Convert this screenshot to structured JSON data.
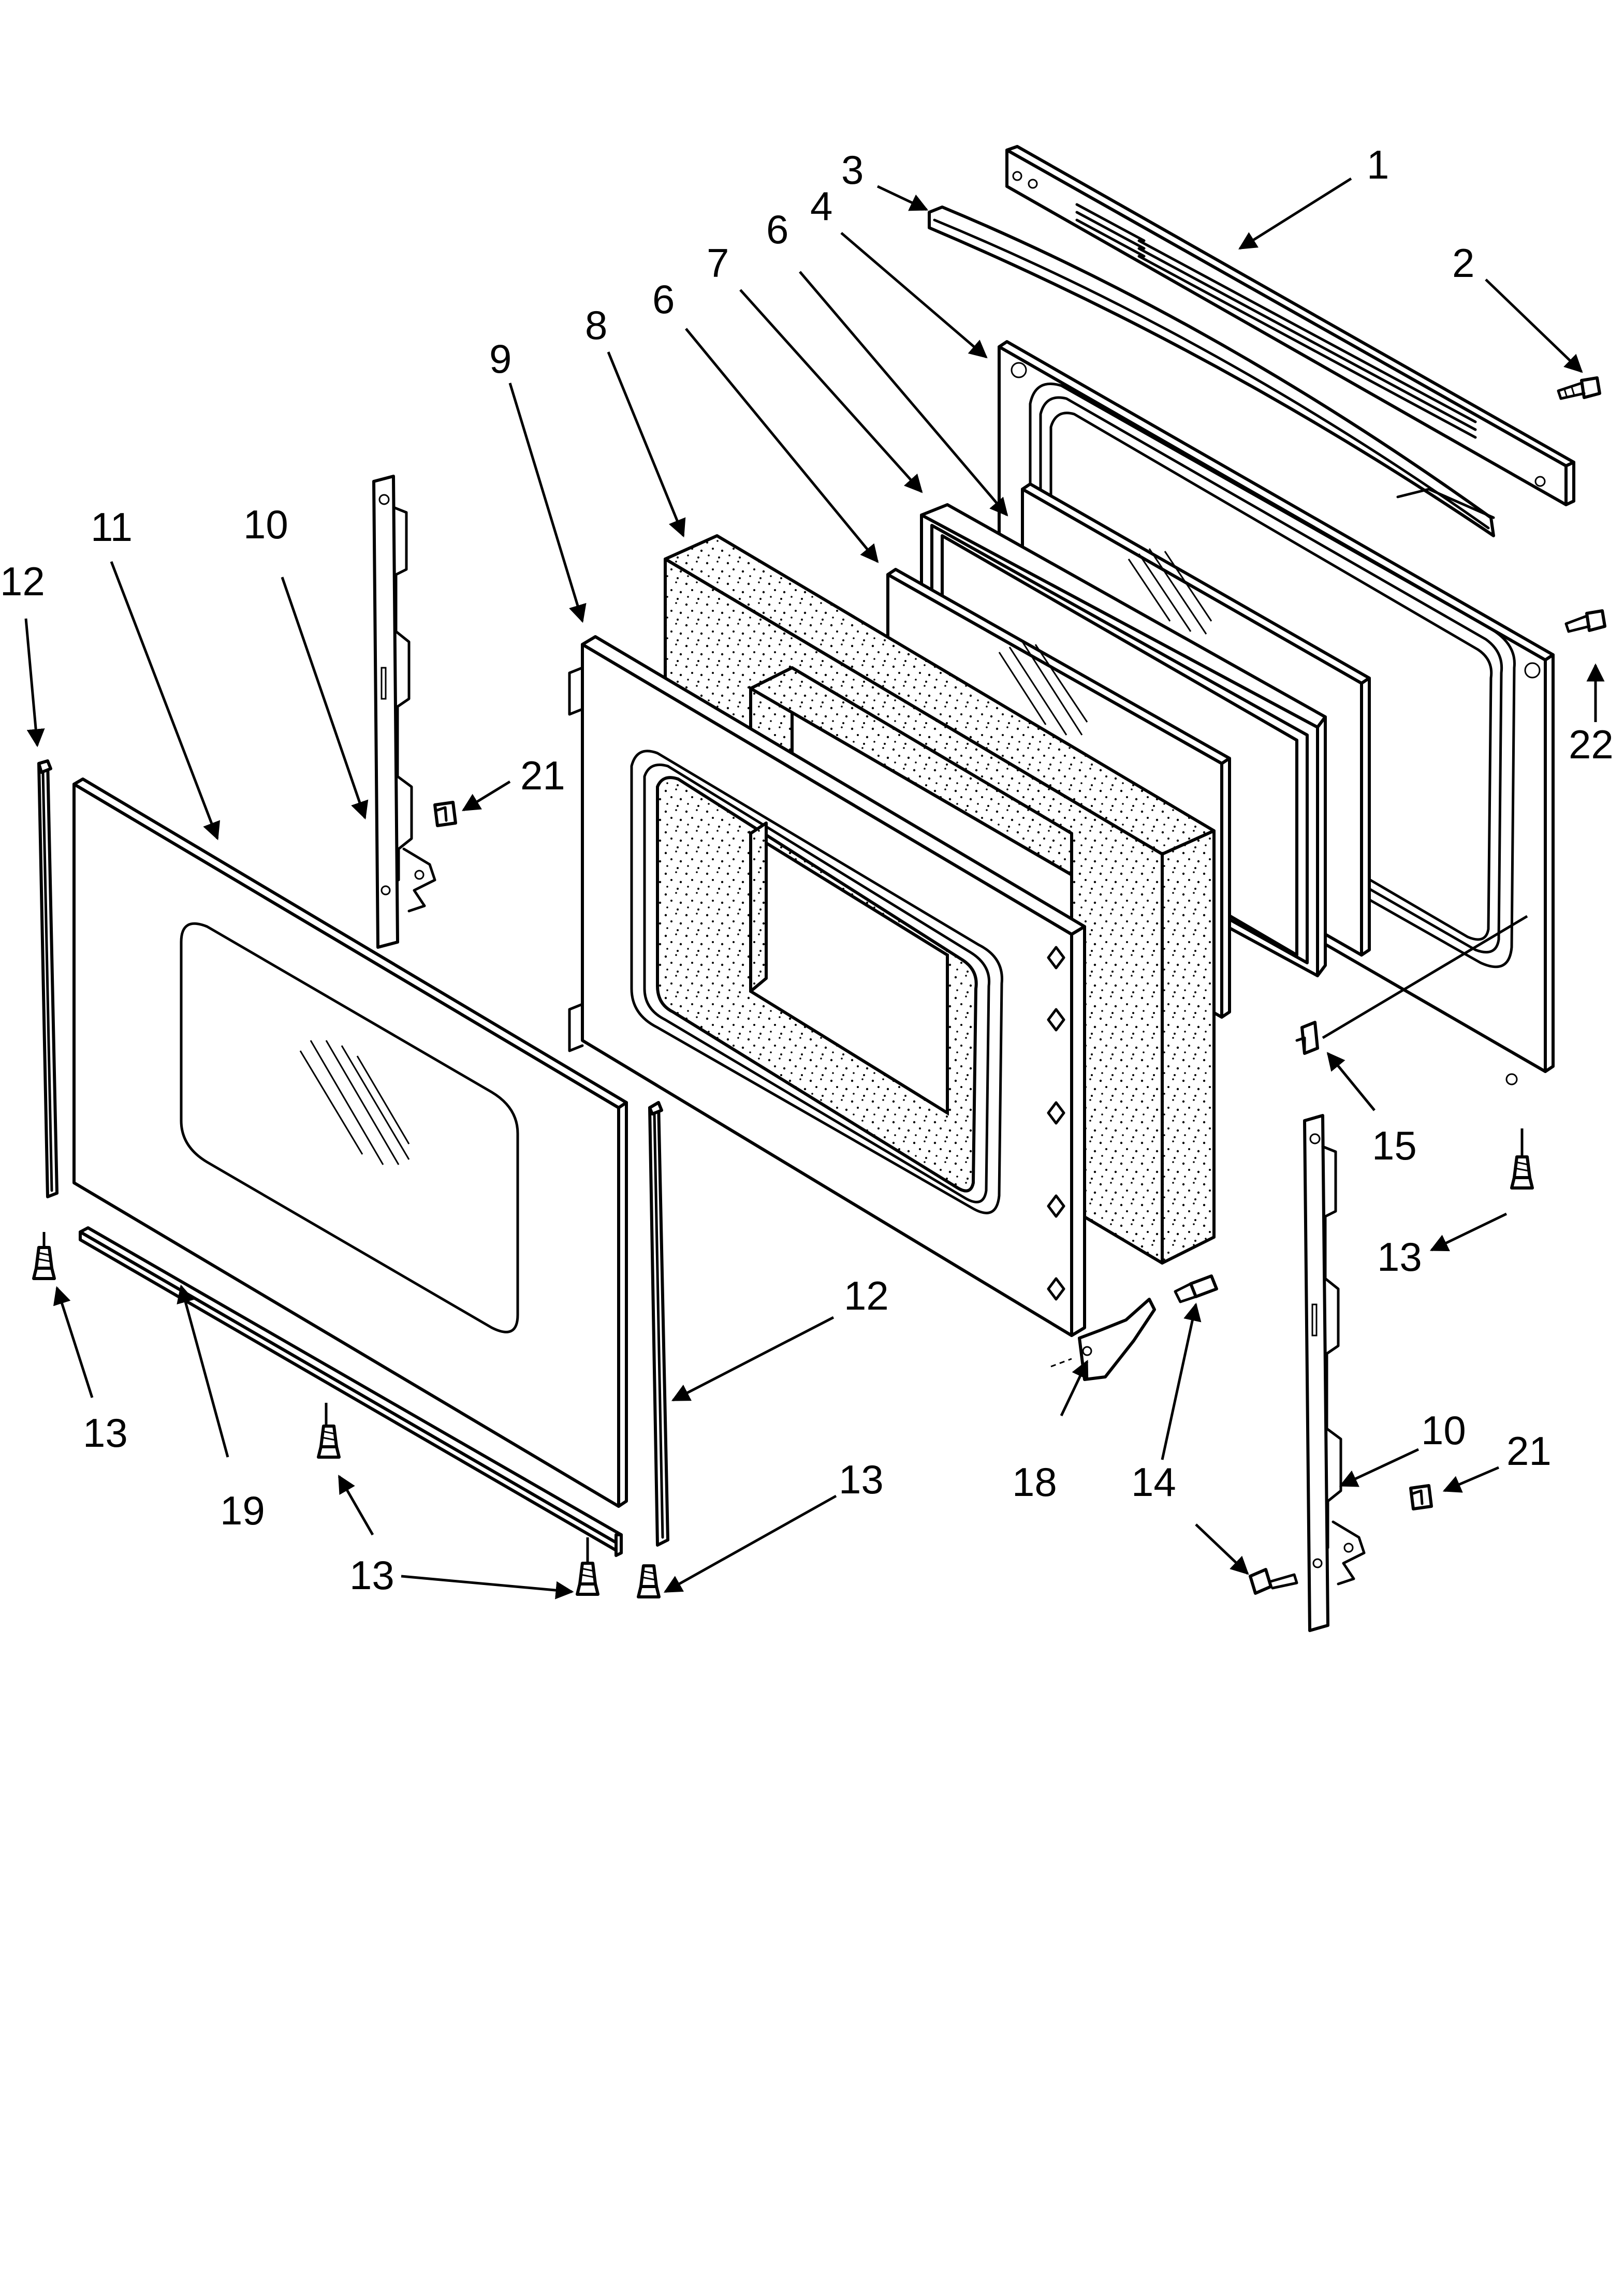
{
  "diagram": {
    "callouts": [
      {
        "id": "c1",
        "label": "1"
      },
      {
        "id": "c2",
        "label": "2"
      },
      {
        "id": "c3",
        "label": "3"
      },
      {
        "id": "c4",
        "label": "4"
      },
      {
        "id": "c6a",
        "label": "6"
      },
      {
        "id": "c7",
        "label": "7"
      },
      {
        "id": "c6b",
        "label": "6"
      },
      {
        "id": "c8",
        "label": "8"
      },
      {
        "id": "c9",
        "label": "9"
      },
      {
        "id": "c11",
        "label": "11"
      },
      {
        "id": "c10a",
        "label": "10"
      },
      {
        "id": "c12a",
        "label": "12"
      },
      {
        "id": "c21a",
        "label": "21"
      },
      {
        "id": "c22",
        "label": "22"
      },
      {
        "id": "c15",
        "label": "15"
      },
      {
        "id": "c13a",
        "label": "13"
      },
      {
        "id": "c12b",
        "label": "12"
      },
      {
        "id": "c13b",
        "label": "13"
      },
      {
        "id": "c19",
        "label": "19"
      },
      {
        "id": "c13c",
        "label": "13"
      },
      {
        "id": "c13d",
        "label": "13"
      },
      {
        "id": "c18",
        "label": "18"
      },
      {
        "id": "c14",
        "label": "14"
      },
      {
        "id": "c10b",
        "label": "10"
      },
      {
        "id": "c21b",
        "label": "21"
      }
    ]
  }
}
